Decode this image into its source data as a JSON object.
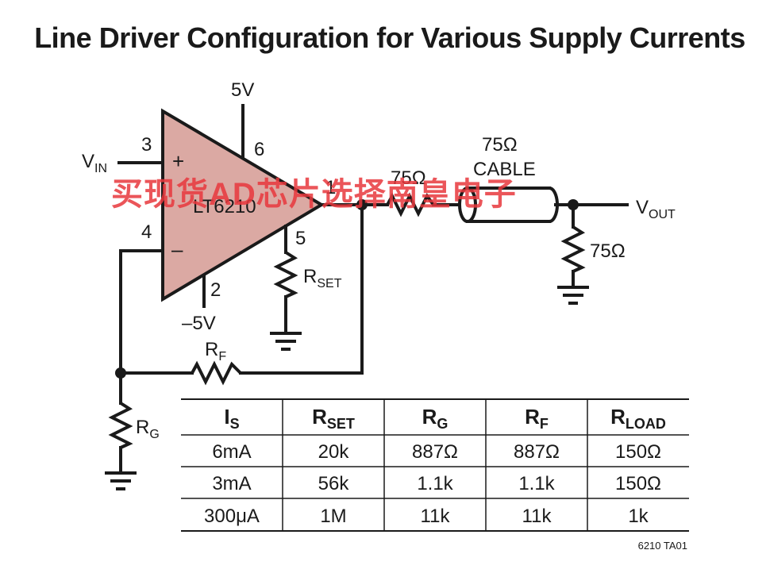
{
  "title": "Line Driver Configuration for Various Supply Currents",
  "circuit": {
    "opamp": "LT6210",
    "supply_pos": "5V",
    "supply_neg": "–5V",
    "pins": {
      "in_pos": "3",
      "in_neg": "4",
      "output": "1",
      "vplus": "6",
      "vminus": "2",
      "rset": "5"
    },
    "vin": "V",
    "vin_sub": "IN",
    "vout": "V",
    "vout_sub": "OUT",
    "plus_sign": "+",
    "minus_sign": "–",
    "series_resistor": "75Ω",
    "cable_value": "75Ω",
    "cable_label": "CABLE",
    "load_resistor": "75Ω",
    "rset": "R",
    "rset_sub": "SET",
    "rf": "R",
    "rf_sub": "F",
    "rg": "R",
    "rg_sub": "G"
  },
  "table": {
    "headers": [
      {
        "main": "I",
        "sub": "S"
      },
      {
        "main": "R",
        "sub": "SET"
      },
      {
        "main": "R",
        "sub": "G"
      },
      {
        "main": "R",
        "sub": "F"
      },
      {
        "main": "R",
        "sub": "LOAD"
      }
    ],
    "rows": [
      [
        "6mA",
        "20k",
        "887Ω",
        "887Ω",
        "150Ω"
      ],
      [
        "3mA",
        "56k",
        "1.1k",
        "1.1k",
        "150Ω"
      ],
      [
        "300μA",
        "1M",
        "11k",
        "11k",
        "1k"
      ]
    ]
  },
  "figure_id": "6210 TA01",
  "watermark": "买现货AD芯片选择南皇电子",
  "colors": {
    "opamp_fill": "#dba9a3",
    "ink": "#1a1a1a",
    "watermark": "#e8383d"
  }
}
